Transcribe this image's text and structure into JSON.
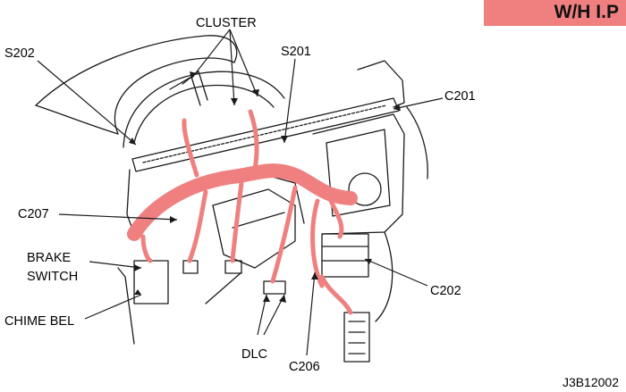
{
  "badge": {
    "text": "W/H I.P",
    "color": "#f08080"
  },
  "labels": {
    "cluster": "CLUSTER",
    "s202": "S202",
    "s201": "S201",
    "c201": "C201",
    "c207": "C207",
    "brake_switch_line1": "BRAKE",
    "brake_switch_line2": "SWITCH",
    "chime_bel": "CHIME BEL",
    "c202": "C202",
    "dlc": "DLC",
    "c206": "C206"
  },
  "figure_code": "J3B12002",
  "colors": {
    "harness": "#f08080",
    "line": "#1a1a1a"
  }
}
